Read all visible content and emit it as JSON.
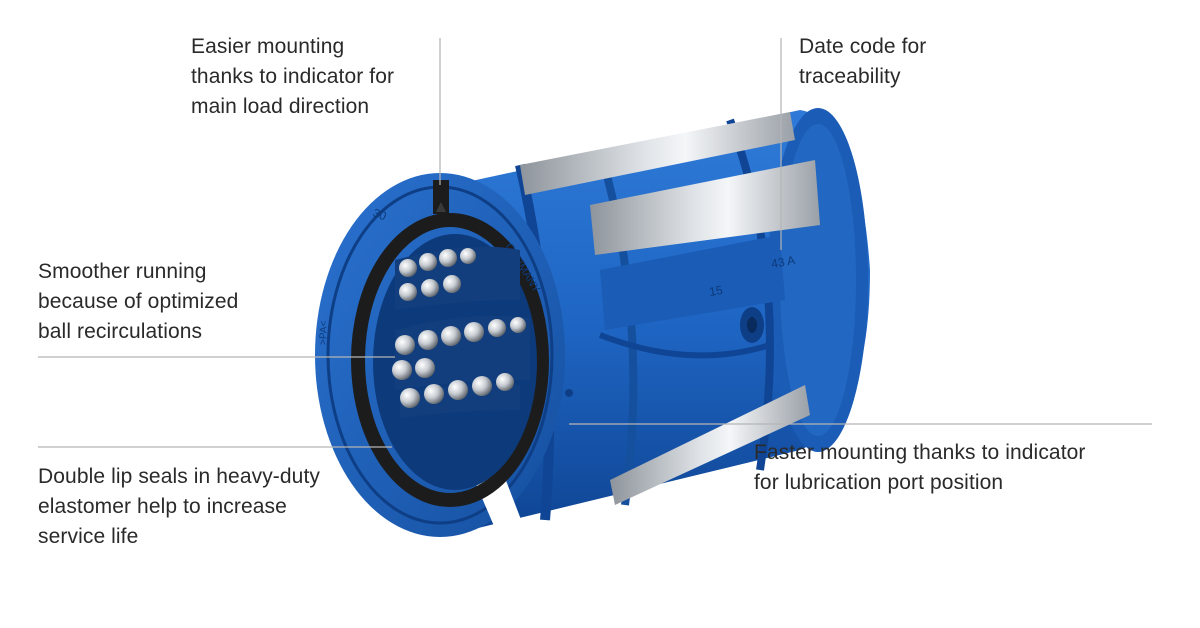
{
  "callouts": {
    "easier_mounting": {
      "lines": [
        "Easier mounting",
        "thanks to indicator for",
        "main load direction"
      ]
    },
    "date_code": {
      "lines": [
        "Date code for",
        "traceability"
      ]
    },
    "smoother_running": {
      "lines": [
        "Smoother running",
        "because of optimized",
        "ball recirculations"
      ]
    },
    "double_lip": {
      "lines": [
        "Double lip seals in heavy-duty",
        "elastomer help to increase",
        "service life"
      ]
    },
    "faster_mounting": {
      "lines": [
        "Faster mounting thanks to indicator",
        "for lubrication port position"
      ]
    }
  },
  "part_markings": {
    "size": "30",
    "origin": "GERMANY",
    "material": ">PA<",
    "number": "15",
    "date_code": "43 A"
  },
  "colors": {
    "housing_blue": "#1f66c4",
    "housing_dark": "#0e3f86",
    "steel": "#b9bec4",
    "seal_black": "#1c1c1c",
    "leader_line": "#b5b5b5",
    "text": "#2a2a2a"
  }
}
